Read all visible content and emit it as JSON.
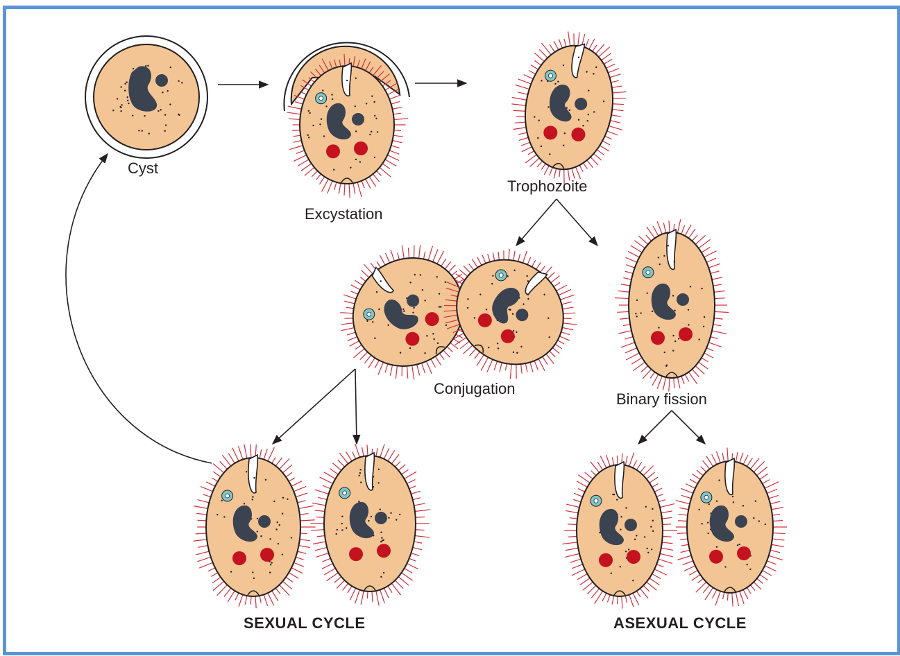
{
  "labels": {
    "cyst": "Cyst",
    "excystation": "Excystation",
    "trophozoite": "Trophozoite",
    "conjugation": "Conjugation",
    "binary_fission": "Binary fission",
    "sexual_cycle": "SEXUAL CYCLE",
    "asexual_cycle": "ASEXUAL CYCLE"
  },
  "colors": {
    "border": "#5b95d6",
    "cytoplasm": "#f3c595",
    "cilia": "#d2303a",
    "nucleus": "#3b4250",
    "vacuole": "#c4121f",
    "contractile_vacuole": "#7fc6c9"
  }
}
